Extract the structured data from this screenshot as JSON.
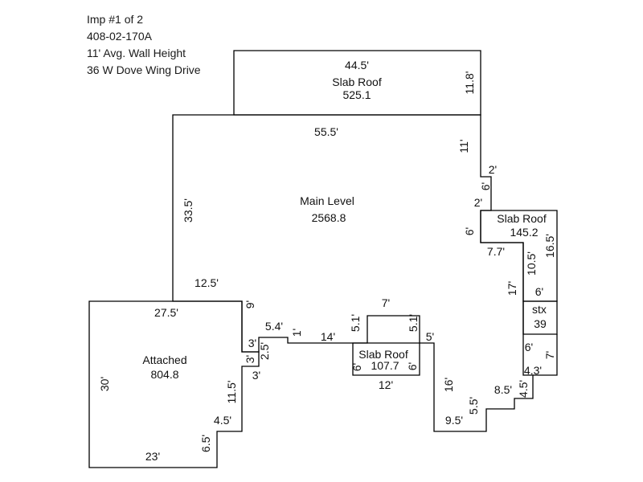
{
  "header": {
    "imp": "Imp #1 of 2",
    "parcel": "408-02-170A",
    "wall_height": "11' Avg. Wall Height",
    "address": "36 W Dove Wing Drive"
  },
  "areas": {
    "slab_roof_top": {
      "name": "Slab Roof",
      "size": "525.1"
    },
    "main_level": {
      "name": "Main Level",
      "size": "2568.8"
    },
    "slab_roof_right": {
      "name": "Slab Roof",
      "size": "145.2"
    },
    "stx": {
      "name": "stx",
      "size": "39"
    },
    "attached": {
      "name": "Attached",
      "size": "804.8"
    },
    "slab_roof_bottom": {
      "name": "Slab Roof",
      "size": "107.7"
    }
  },
  "dims": {
    "top_44_5": "44.5'",
    "top_11_8": "11.8'",
    "main_55_5": "55.5'",
    "main_11": "11'",
    "main_2_a": "2'",
    "main_6_a": "6'",
    "main_2_b": "2'",
    "main_6_b": "6'",
    "main_33_5": "33.5'",
    "main_7_7": "7.7'",
    "right_10_5": "10.5'",
    "right_16_5": "16.5'",
    "main_17": "17'",
    "stx_6_top": "6'",
    "main_12_5": "12.5'",
    "att_9": "9'",
    "att_27_5": "27.5'",
    "main_5_4": "5.4'",
    "main_1": "1'",
    "main_14": "14'",
    "main_7_top": "7'",
    "main_5_1_l": "5.1'",
    "main_5_1_r": "5.1'",
    "main_5": "5'",
    "bot_6_l": "6'",
    "bot_6_r": "6'",
    "bot_12": "12'",
    "att_3_a": "3'",
    "att_2_5": "2.5'",
    "att_3_b": "3'",
    "att_3_c": "3'",
    "att_30": "30'",
    "att_11_5": "11.5'",
    "att_4_5": "4.5'",
    "att_6_5": "6.5'",
    "att_23": "23'",
    "main_16": "16'",
    "main_9_5": "9.5'",
    "main_5_5": "5.5'",
    "main_8_5": "8.5'",
    "main_4_5": "4.5'",
    "main_4_3": "4.3'",
    "stx_6_bot": "6'",
    "stx_7": "7'"
  }
}
